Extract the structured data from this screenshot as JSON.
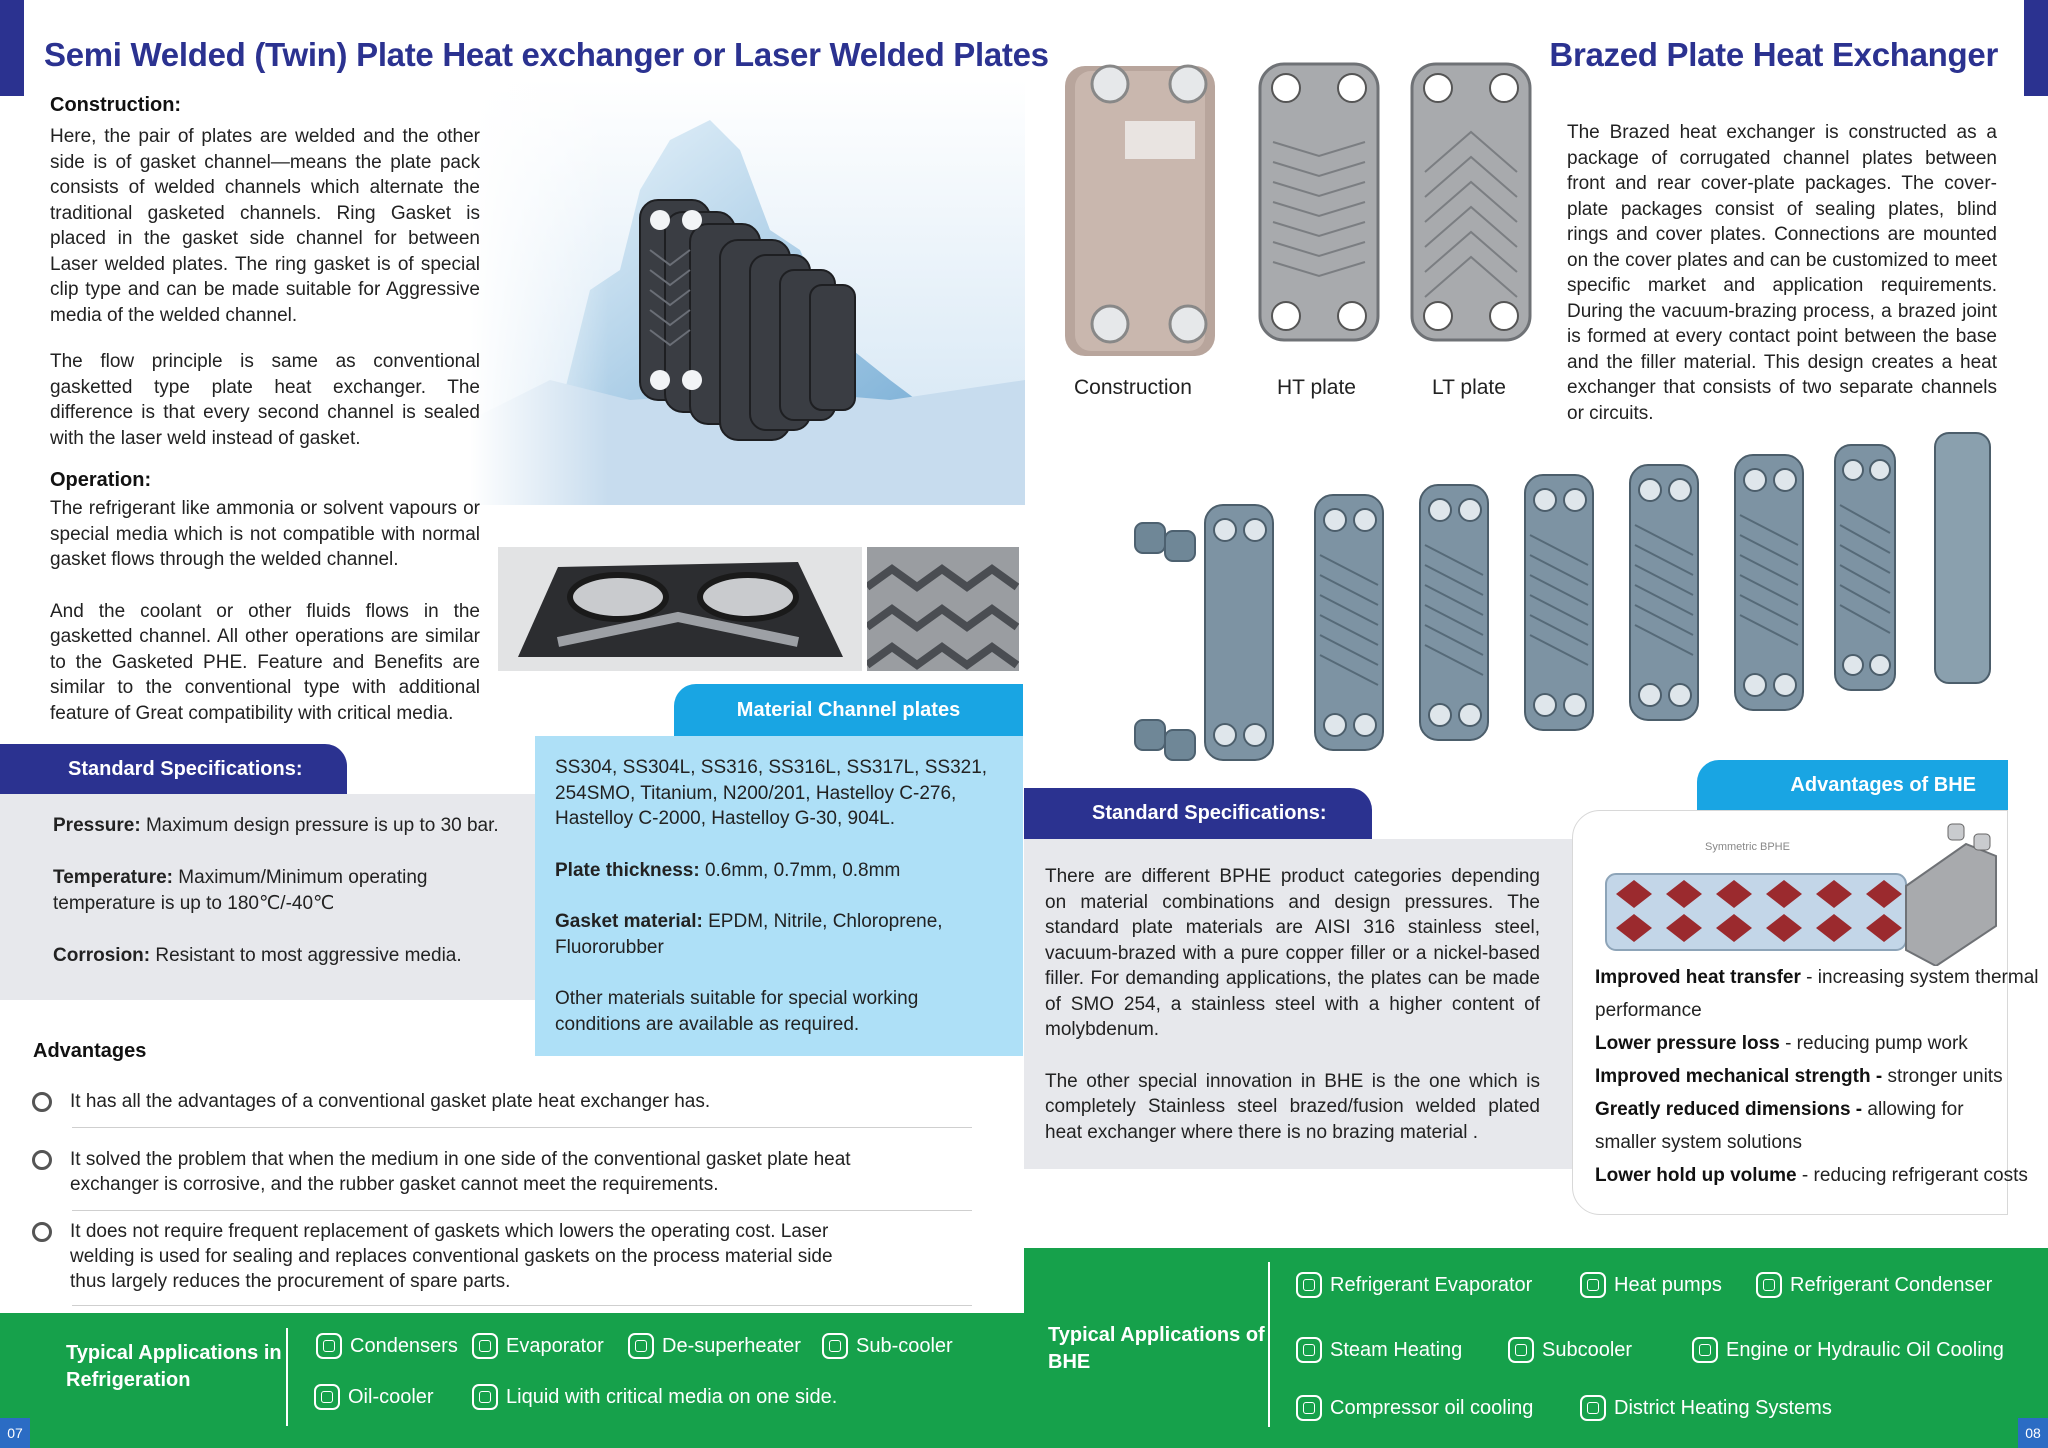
{
  "left": {
    "title": "Semi Welded (Twin) Plate Heat exchanger or Laser Welded Plates",
    "construction_heading": "Construction:",
    "construction_p1": "Here, the pair of plates are welded and the other side is of gasket channel—means the plate pack consists of welded channels which alternate the traditional gasketed channels. Ring Gasket is placed in the gasket side channel for between Laser welded plates. The ring gasket is of special clip type and can be made suitable for Aggressive media of the welded channel.",
    "construction_p2": "The flow principle is same as conventional gasketted type plate heat exchanger. The difference is that every second channel is sealed with the laser weld instead of gasket.",
    "operation_heading": "Operation:",
    "operation_p1": "The refrigerant like ammonia or  solvent vapours or special media which is not compatible with normal gasket  flows through the welded channel.",
    "operation_p2": "And the coolant or other fluids flows in the gasketted channel. All other operations are similar to the Gasketed PHE. Feature and Benefits are similar to the conventional type with additional feature of Great compatibility with critical media.",
    "material_tab": "Material Channel plates",
    "materials_list": "SS304, SS304L, SS316, SS316L, SS317L, SS321, 254SMO, Titanium, N200/201, Hastelloy C-276, Hastelloy C-2000, Hastelloy G-30, 904L.",
    "plate_thickness_label": "Plate thickness:",
    "plate_thickness_value": " 0.6mm, 0.7mm, 0.8mm",
    "gasket_label": "Gasket material:",
    "gasket_value": " EPDM, Nitrile, Chloroprene, Fluororubber",
    "other_materials": "Other materials suitable for special working conditions are available as required.",
    "spec_tab": "Standard Specifications:",
    "pressure_label": "Pressure:",
    "pressure_value": " Maximum design pressure is up to 30 bar.",
    "temperature_label": "Temperature:",
    "temperature_value": " Maximum/Minimum operating temperature is up to 180℃/-40℃",
    "corrosion_label": "Corrosion:",
    "corrosion_value": " Resistant to most aggressive media.",
    "advantages_heading": "Advantages",
    "advantages": [
      "It has all the advantages of a conventional gasket plate heat exchanger has.",
      "It solved the problem that when the medium in one side of the conventional gasket plate heat exchanger is corrosive, and the rubber gasket cannot meet the requirements.",
      "It does not require frequent replacement of gaskets which lowers the operating cost. Laser welding is used for sealing and replaces conventional gaskets on the process material side thus largely reduces the procurement of spare parts."
    ],
    "apps_title": "Typical Applications in Refrigeration",
    "apps": [
      "Condensers",
      "Evaporator",
      "De-superheater",
      "Sub-cooler",
      "Oil-cooler",
      "Liquid with critical media on one side."
    ],
    "page_number": "07"
  },
  "right": {
    "title": "Brazed Plate Heat Exchanger",
    "intro": "The Brazed heat exchanger is  constructed as a package of corrugated channel plates between front and rear cover-plate packages. The cover-plate packages consist of sealing plates, blind rings and cover plates. Connections are mounted on the cover plates and can be customized to meet specific market and application requirements. During the vacuum-brazing process, a brazed joint is formed at every contact point between the base and the filler material. This design creates a heat exchanger that consists of two separate channels or circuits.",
    "captions": [
      "Construction",
      "HT plate",
      "LT plate"
    ],
    "spec_tab": "Standard Specifications:",
    "spec_p1": "There are different BPHE product categories depending on material combinations and design pressures. The standard plate materials are AISI 316 stainless steel, vacuum-brazed with a pure copper filler or a nickel-based filler. For demanding applications, the plates can be made of SMO 254, a stainless steel with a higher content of molybdenum.",
    "spec_p2": "The other special innovation in BHE is the one which is completely Stainless steel brazed/fusion welded plated heat exchanger where there is no brazing material .",
    "adv_tab": "Advantages of BHE",
    "diagram_label": "Symmetric BPHE",
    "advantages": [
      {
        "bold": "Improved heat transfer",
        "text": " - increasing system thermal performance"
      },
      {
        "bold": "Lower pressure loss",
        "text": " - reducing pump work"
      },
      {
        "bold": "Improved mechanical strength -",
        "text": " stronger units"
      },
      {
        "bold": "Greatly reduced dimensions -",
        "text": " allowing for smaller system solutions"
      },
      {
        "bold": "Lower hold up volume",
        "text": " - reducing refrigerant costs"
      }
    ],
    "apps_title": "Typical Applications of BHE",
    "apps": [
      "Refrigerant Evaporator",
      "Heat pumps",
      "Refrigerant Condenser",
      "Steam Heating",
      "Subcooler",
      "Engine or Hydraulic Oil Cooling",
      "Compressor oil cooling",
      "District Heating Systems"
    ],
    "page_number": "08"
  },
  "colors": {
    "navy": "#2b3290",
    "sky": "#19a5e3",
    "light_blue": "#aee0f7",
    "green": "#16a14b",
    "grey_box": "#e7e8ec"
  }
}
